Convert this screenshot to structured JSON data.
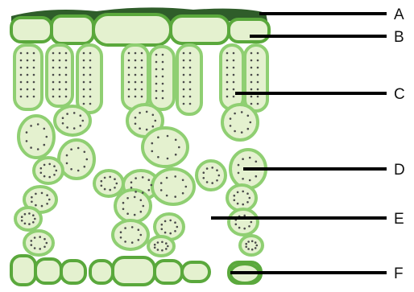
{
  "diagram": {
    "labels": [
      {
        "id": "A",
        "text": "A"
      },
      {
        "id": "B",
        "text": "B"
      },
      {
        "id": "C",
        "text": "C"
      },
      {
        "id": "D",
        "text": "D"
      },
      {
        "id": "E",
        "text": "E"
      },
      {
        "id": "F",
        "text": "F"
      }
    ]
  },
  "colors": {
    "cuticle": "#2f5d2a",
    "cell_fill": "#e4f1cf",
    "cell_wall": "#8fcf72",
    "upper_wall": "#5aa83c",
    "chloroplast": "#4a4a4a",
    "leader_line": "#000000",
    "label_text": "#111111"
  }
}
